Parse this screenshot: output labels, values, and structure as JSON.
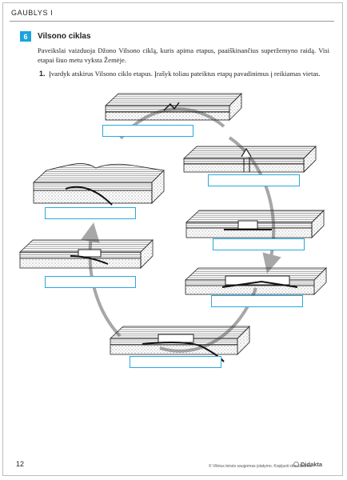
{
  "header": {
    "title": "GAUBLYS I"
  },
  "section": {
    "number": "6",
    "title": "Vilsono ciklas",
    "intro": "Paveikslai vaizduoja Džono Vilsono ciklą, kuris apima etapus, paaiškinančius superžemyno raidą. Visi etapai šiuo metu vyksta Žemėje."
  },
  "task": {
    "number": "1.",
    "text": "Įvardyk atskirus Vilsono ciklo etapus. Įrašyk toliau pateiktus etapų pavadinimus į reikiamas vietas."
  },
  "answers": [
    "",
    "",
    "",
    "",
    "",
    "",
    ""
  ],
  "footer": {
    "page_number": "12",
    "copyright": "© Vilnius teisės saugomas įstatymo. Kopijuoti draudžiama.",
    "publisher": "Didakta"
  }
}
